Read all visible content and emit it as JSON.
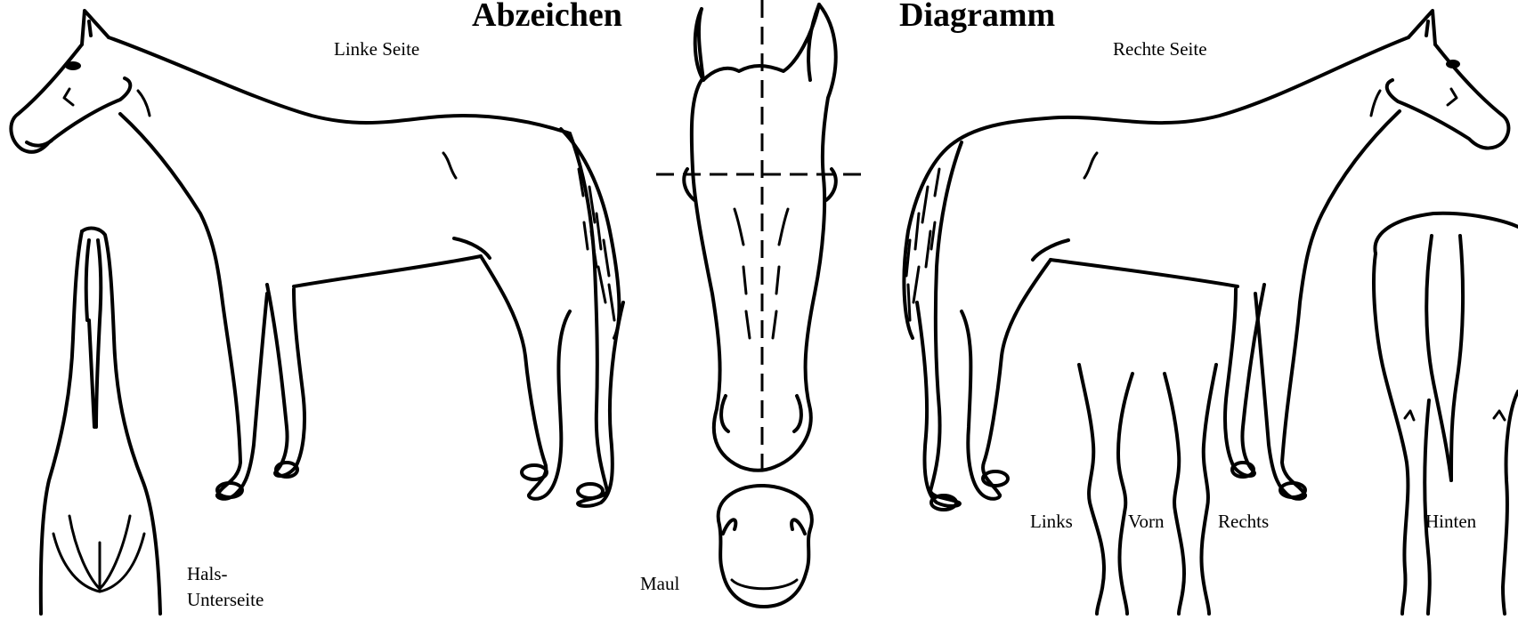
{
  "title": {
    "left": "Abzeichen",
    "right": "Diagramm"
  },
  "labels": {
    "left_side": "Linke Seite",
    "right_side": "Rechte Seite",
    "neck_underside": [
      "Hals-",
      "Unterseite"
    ],
    "muzzle": "Maul",
    "left": "Links",
    "front": "Vorn",
    "right": "Rechts",
    "hind": "Hinten"
  },
  "colors": {
    "ink": "#000000",
    "paper": "#ffffff"
  }
}
